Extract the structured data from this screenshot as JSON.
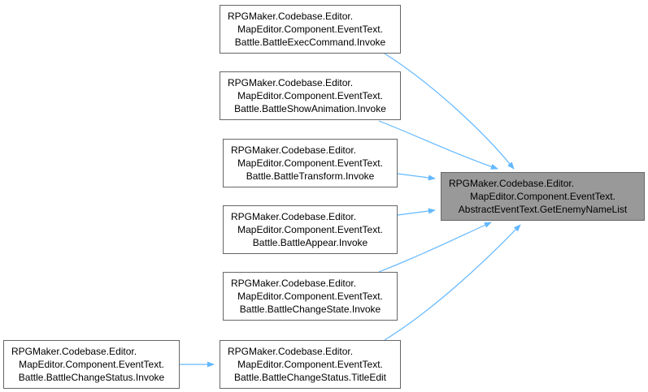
{
  "colors": {
    "edge": "#63b8ff",
    "node_border": "#666666",
    "node_fill": "#ffffff",
    "focus_fill": "#999999"
  },
  "focus": {
    "lines": [
      "RPGMaker.Codebase.Editor.",
      "MapEditor.Component.EventText.",
      "AbstractEventText.GetEnemyNameList"
    ]
  },
  "callers": [
    {
      "lines": [
        "RPGMaker.Codebase.Editor.",
        "MapEditor.Component.EventText.",
        "Battle.BattleExecCommand.Invoke"
      ]
    },
    {
      "lines": [
        "RPGMaker.Codebase.Editor.",
        "MapEditor.Component.EventText.",
        "Battle.BattleShowAnimation.Invoke"
      ]
    },
    {
      "lines": [
        "RPGMaker.Codebase.Editor.",
        "MapEditor.Component.EventText.",
        "Battle.BattleTransform.Invoke"
      ]
    },
    {
      "lines": [
        "RPGMaker.Codebase.Editor.",
        "MapEditor.Component.EventText.",
        "Battle.BattleAppear.Invoke"
      ]
    },
    {
      "lines": [
        "RPGMaker.Codebase.Editor.",
        "MapEditor.Component.EventText.",
        "Battle.BattleChangeState.Invoke"
      ]
    },
    {
      "lines": [
        "RPGMaker.Codebase.Editor.",
        "MapEditor.Component.EventText.",
        "Battle.BattleChangeStatus.TitleEdit"
      ]
    }
  ],
  "second_level": {
    "lines": [
      "RPGMaker.Codebase.Editor.",
      "MapEditor.Component.EventText.",
      "Battle.BattleChangeStatus.Invoke"
    ]
  }
}
